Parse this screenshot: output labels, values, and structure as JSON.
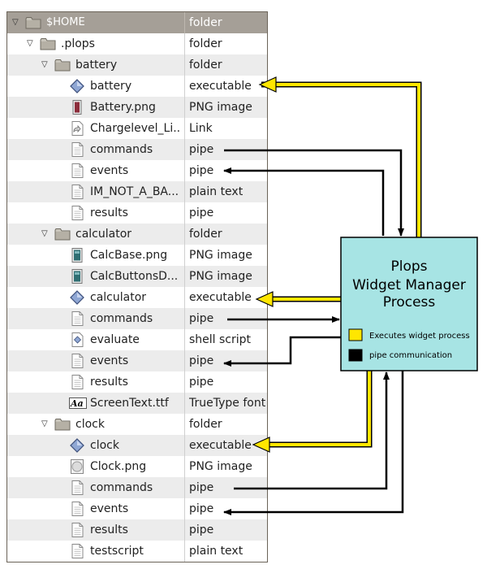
{
  "tree": {
    "rows": [
      {
        "name": "$HOME",
        "type": "folder",
        "icon": "folder-icon",
        "depth": 0,
        "expand": true
      },
      {
        "name": ".plops",
        "type": "folder",
        "icon": "folder-icon",
        "depth": 1,
        "expand": true
      },
      {
        "name": "battery",
        "type": "folder",
        "icon": "folder-icon",
        "depth": 2,
        "expand": true
      },
      {
        "name": "battery",
        "type": "executable",
        "icon": "executable-icon",
        "depth": 3,
        "expand": false
      },
      {
        "name": "Battery.png",
        "type": "PNG image",
        "icon": "battery-image-icon",
        "depth": 3,
        "expand": false
      },
      {
        "name": "Chargelevel_Li...",
        "type": "Link",
        "icon": "link-icon",
        "depth": 3,
        "expand": false
      },
      {
        "name": "commands",
        "type": "pipe",
        "icon": "file-icon",
        "depth": 3,
        "expand": false
      },
      {
        "name": "events",
        "type": "pipe",
        "icon": "file-icon",
        "depth": 3,
        "expand": false
      },
      {
        "name": "IM_NOT_A_BA...",
        "type": "plain text",
        "icon": "file-icon",
        "depth": 3,
        "expand": false
      },
      {
        "name": "results",
        "type": "pipe",
        "icon": "file-icon",
        "depth": 3,
        "expand": false
      },
      {
        "name": "calculator",
        "type": "folder",
        "icon": "folder-icon",
        "depth": 2,
        "expand": true
      },
      {
        "name": "CalcBase.png",
        "type": "PNG image",
        "icon": "calculator-image-icon",
        "depth": 3,
        "expand": false
      },
      {
        "name": "CalcButtonsD...",
        "type": "PNG image",
        "icon": "calculator-image-icon",
        "depth": 3,
        "expand": false
      },
      {
        "name": "calculator",
        "type": "executable",
        "icon": "executable-icon",
        "depth": 3,
        "expand": false
      },
      {
        "name": "commands",
        "type": "pipe",
        "icon": "file-icon",
        "depth": 3,
        "expand": false
      },
      {
        "name": "evaluate",
        "type": "shell script",
        "icon": "script-icon",
        "depth": 3,
        "expand": false
      },
      {
        "name": "events",
        "type": "pipe",
        "icon": "file-icon",
        "depth": 3,
        "expand": false
      },
      {
        "name": "results",
        "type": "pipe",
        "icon": "file-icon",
        "depth": 3,
        "expand": false
      },
      {
        "name": "ScreenText.ttf",
        "type": "TrueType font",
        "icon": "font-icon",
        "depth": 3,
        "expand": false
      },
      {
        "name": "clock",
        "type": "folder",
        "icon": "folder-icon",
        "depth": 2,
        "expand": true
      },
      {
        "name": "clock",
        "type": "executable",
        "icon": "executable-icon",
        "depth": 3,
        "expand": false
      },
      {
        "name": "Clock.png",
        "type": "PNG image",
        "icon": "clock-image-icon",
        "depth": 3,
        "expand": false
      },
      {
        "name": "commands",
        "type": "pipe",
        "icon": "file-icon",
        "depth": 3,
        "expand": false
      },
      {
        "name": "events",
        "type": "pipe",
        "icon": "file-icon",
        "depth": 3,
        "expand": false
      },
      {
        "name": "results",
        "type": "pipe",
        "icon": "file-icon",
        "depth": 3,
        "expand": false
      },
      {
        "name": "testscript",
        "type": "plain text",
        "icon": "file-icon",
        "depth": 3,
        "expand": false
      }
    ]
  },
  "process": {
    "title_lines": [
      "Plops",
      "Widget Manager",
      "Process"
    ],
    "legend_exec": "Executes widget process",
    "legend_pipe": "pipe communication",
    "fill_color": "#a7e4e4",
    "exec_color": "#ffe600",
    "pipe_color": "#000000"
  }
}
